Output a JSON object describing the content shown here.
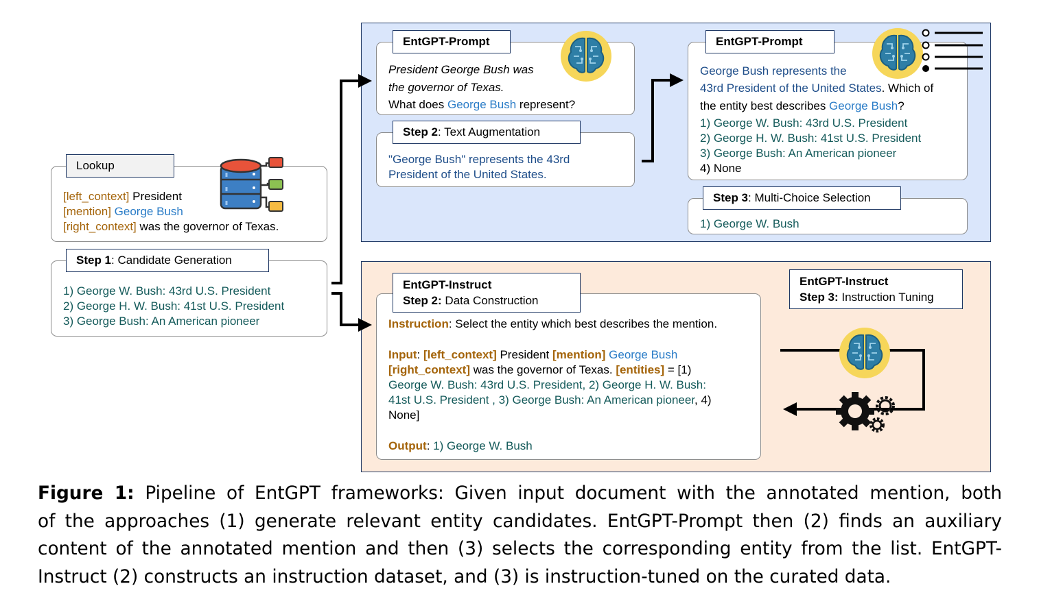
{
  "lookup": {
    "tag": "Lookup",
    "left_context_tag": "[left_context]",
    "left_context_text": " President",
    "mention_tag": "[mention]",
    "mention_text": "George Bush",
    "right_context_tag": "[right_context]",
    "right_context_text": " was the governor of Texas."
  },
  "step1": {
    "tag_bold": "Step 1",
    "tag_rest": ": Candidate Generation",
    "candidates": [
      "1) George W. Bush: 43rd U.S. President",
      "2) George H. W. Bush: 41st U.S. President",
      "3) George Bush: An American pioneer"
    ]
  },
  "prompt_query": {
    "tag": "EntGPT-Prompt",
    "line1": "President George Bush was",
    "line2": "the governor of Texas.",
    "q_pre": "What does ",
    "q_mention": "George Bush",
    "q_post": " represent?"
  },
  "step2_aug": {
    "tag_bold": "Step 2",
    "tag_rest": ": Text Augmentation",
    "line1": "\"George Bush\" represents the 43rd",
    "line2": "President of the United States."
  },
  "prompt_select": {
    "tag": "EntGPT-Prompt",
    "line1": "George Bush represents the",
    "line2_navy": "43rd President of the United States",
    "line2_black": ". Which of",
    "line3_pre": "the entity best describes ",
    "line3_mention": "George Bush",
    "line3_post": "?",
    "options": [
      "1) George W. Bush: 43rd U.S. President",
      "2) George H. W. Bush: 41st U.S. President",
      "3) George Bush: An American pioneer"
    ],
    "option_none": "4) None"
  },
  "step3_sel": {
    "tag_bold": "Step 3",
    "tag_rest": ": Multi-Choice Selection",
    "answer": "1) George W. Bush"
  },
  "instruct_data": {
    "tag_line1": "EntGPT-Instruct",
    "tag_line2_bold": "Step 2:",
    "tag_line2_rest": " Data Construction",
    "instr_label": "Instruction",
    "instr_text": ": Select the entity which best describes the mention.",
    "input_label": "Input",
    "colon": ": ",
    "lc_tag": "[left_context]",
    "lc_text": " President ",
    "mention_tag": "[mention]",
    "mention_text": " George Bush",
    "rc_tag": "[right_context]",
    "rc_text": " was the governor of Texas. ",
    "entities_tag": "[entities]",
    "entities_eq": " = [1)",
    "e_line2": "George W. Bush: 43rd U.S. President, 2) George H. W. Bush:",
    "e_line3_teal": "41st U.S. President , 3) George Bush: An American pioneer",
    "e_line3_black": ", 4)",
    "e_line4": "None]",
    "output_label": "Output",
    "output_colon": ": ",
    "output_text": "1) George W. Bush"
  },
  "instruct_tune": {
    "tag_line1": "EntGPT-Instruct",
    "tag_line2_bold": "Step 3:",
    "tag_line2_rest": " Instruction Tuning"
  },
  "caption": {
    "label": "Figure 1:",
    "line1": " Pipeline of EntGPT frameworks: Given input document with the annotated mention, both",
    "line2": "of the approaches (1) generate relevant entity candidates. EntGPT-Prompt then (2) finds an auxiliary",
    "line3": "content of the annotated mention and then (3) selects the corresponding entity from the list. EntGPT-",
    "line4": "Instruct (2) constructs an instruction dataset, and (3) is instruction-tuned on the curated data."
  },
  "icons": [
    "database-icon",
    "brain-icon",
    "list-icon",
    "gear-icon"
  ],
  "colors": {
    "prompt_panel": "#dae6fb",
    "instruct_panel": "#fdeadb",
    "panel_border": "#1f3864",
    "context_tag": "#a4640a",
    "mention": "#2a7cc7",
    "entity": "#145a5a",
    "augmented": "#1f4e8a"
  }
}
